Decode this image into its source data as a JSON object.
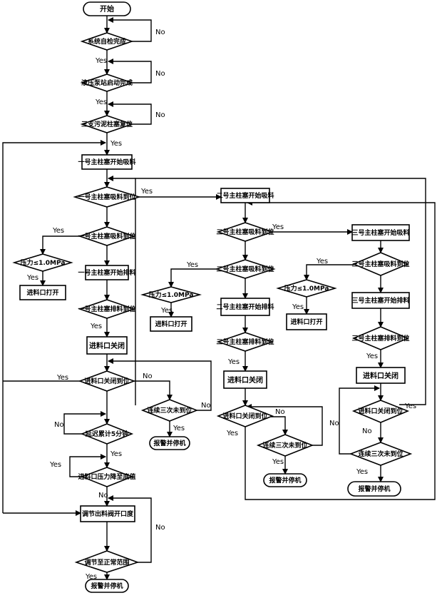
{
  "flowchart": {
    "nodes": {
      "start": "开始",
      "self_check": "系统自检完成",
      "hyd_pump": "液压泵站启动完成",
      "three_valves": "三支污泥柱塞复位",
      "p1_suction": "一号主柱塞开始吸料",
      "p1_suction_done": "一号主柱塞吸料到位",
      "p2_suction": "二号主柱塞开始吸料",
      "p1_pos": "一号主柱塞吸料到位",
      "p1_pressure": "压力≤1.0MPa",
      "p1_inlet_open": "进料口打开",
      "p1_discharge": "一号主柱塞开始排料",
      "p1_discharge_done": "一号主柱塞排料到位",
      "p1_inlet_close": "进料口关闭",
      "p1_close_check": "进料口关闭到位",
      "p1_three_times": "连续三次未到位",
      "p1_alarm": "报警并停机",
      "delay": "延迟累计5分钟",
      "p1_bottom_pressure": "进料口压力降至底值",
      "adjust_valve": "调节出料阀开口度",
      "adjust_check": "调节至正常范围",
      "final_alarm": "报警并停机",
      "p2_check_a": "二号主柱塞吸料到位",
      "p3_suction": "三号主柱塞开始吸料",
      "p2_pos": "二号主柱塞吸料到位",
      "p2_pressure": "压力≤1.0MPa",
      "p2_inlet_open": "进料口打开",
      "p2_discharge": "二号主柱塞开始排料",
      "p2_discharge_done": "二号主柱塞排料到位",
      "p2_inlet_close": "进料口关闭",
      "p2_close_check": "进料口关闭到位",
      "p2_three_times": "连续三次未到位",
      "p2_alarm": "报警并停机",
      "p3_pos": "三号主柱塞吸料到位",
      "p3_pressure": "压力≤1.0MPa",
      "p3_inlet_open": "进料口打开",
      "p3_discharge": "三号主柱塞开始排料",
      "p3_discharge_done": "三号主柱塞排料到位",
      "p3_inlet_close": "进料口关闭",
      "p3_close_check": "进料口关闭到位",
      "p3_three_times": "连续三次未到位",
      "p3_alarm": "报警并停机"
    },
    "edge_labels": {
      "yes": "Yes",
      "no": "No"
    }
  }
}
